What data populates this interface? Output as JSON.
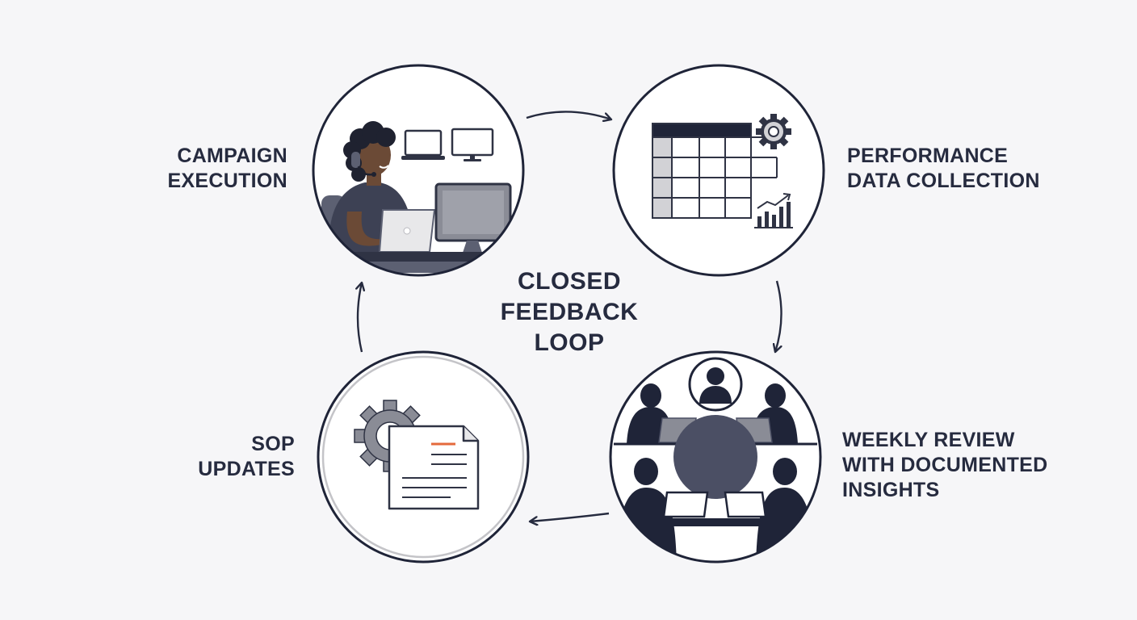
{
  "center": {
    "line1": "CLOSED",
    "line2": "FEEDBACK",
    "line3": "LOOP"
  },
  "stages": {
    "campaign": {
      "line1": "CAMPAIGN",
      "line2": "EXECUTION"
    },
    "performance": {
      "line1": "PERFORMANCE",
      "line2": "DATA COLLECTION"
    },
    "review": {
      "line1": "WEEKLY REVIEW",
      "line2": "WITH DOCUMENTED",
      "line3": "INSIGHTS"
    },
    "sop": {
      "line1": "SOP",
      "line2": "UPDATES"
    }
  },
  "colors": {
    "ink": "#262b3f",
    "navy": "#1f2438",
    "slate": "#4b4f64",
    "grey": "#9a9aa0",
    "light": "#d2d2d6",
    "accent": "#e46a3c",
    "background": "#f6f6f8"
  }
}
